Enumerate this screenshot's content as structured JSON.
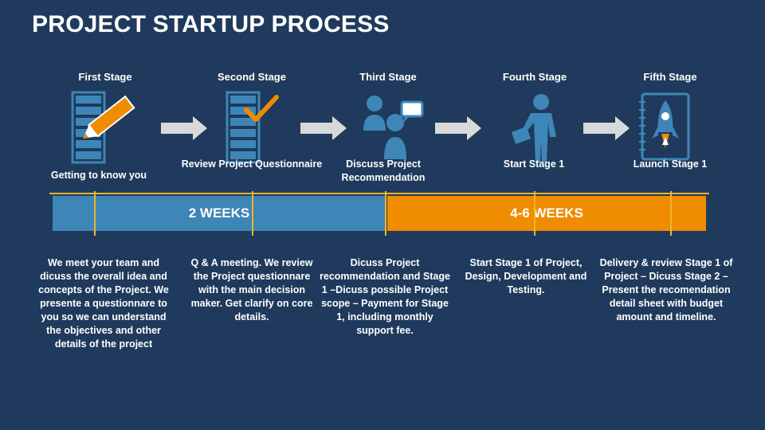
{
  "title": "PROJECT STARTUP PROCESS",
  "stages": [
    {
      "label": "First Stage",
      "caption": "Getting to know you",
      "icon": "checklist-pencil-icon",
      "description": "We meet your team and dicuss the overall idea and concepts of the Project. We presente a questionnare to you so we can understand the objectives and other details of the project"
    },
    {
      "label": "Second Stage",
      "caption": "Review Project Questionnaire",
      "icon": "checklist-check-icon",
      "description": "Q & A meeting. We review the Project questionnare with the main decision maker. Get clarify on core details."
    },
    {
      "label": "Third Stage",
      "caption": "Discuss Project Recommendation",
      "icon": "people-chat-icon",
      "description": "Dicuss Project recommendation and Stage 1 –Dicuss possible Project scope – Payment for Stage 1, including monthly support fee."
    },
    {
      "label": "Fourth Stage",
      "caption": "Start Stage 1",
      "icon": "businessman-briefcase-icon",
      "description": "Start Stage 1 of Project, Design, Development and Testing."
    },
    {
      "label": "Fifth Stage",
      "caption": "Launch Stage 1",
      "icon": "rocket-notebook-icon",
      "description": "Delivery & review Stage 1 of Project – Dicuss Stage 2 – Present the recomendation detail sheet with budget amount and timeline."
    }
  ],
  "timeline": {
    "phase1": "2 WEEKS",
    "phase2": "4-6 WEEKS"
  },
  "colors": {
    "background": "#1f3a5c",
    "blue": "#3e86b7",
    "orange": "#f08c00",
    "accent_line": "#f0b429",
    "arrow": "#d9d9d9"
  }
}
